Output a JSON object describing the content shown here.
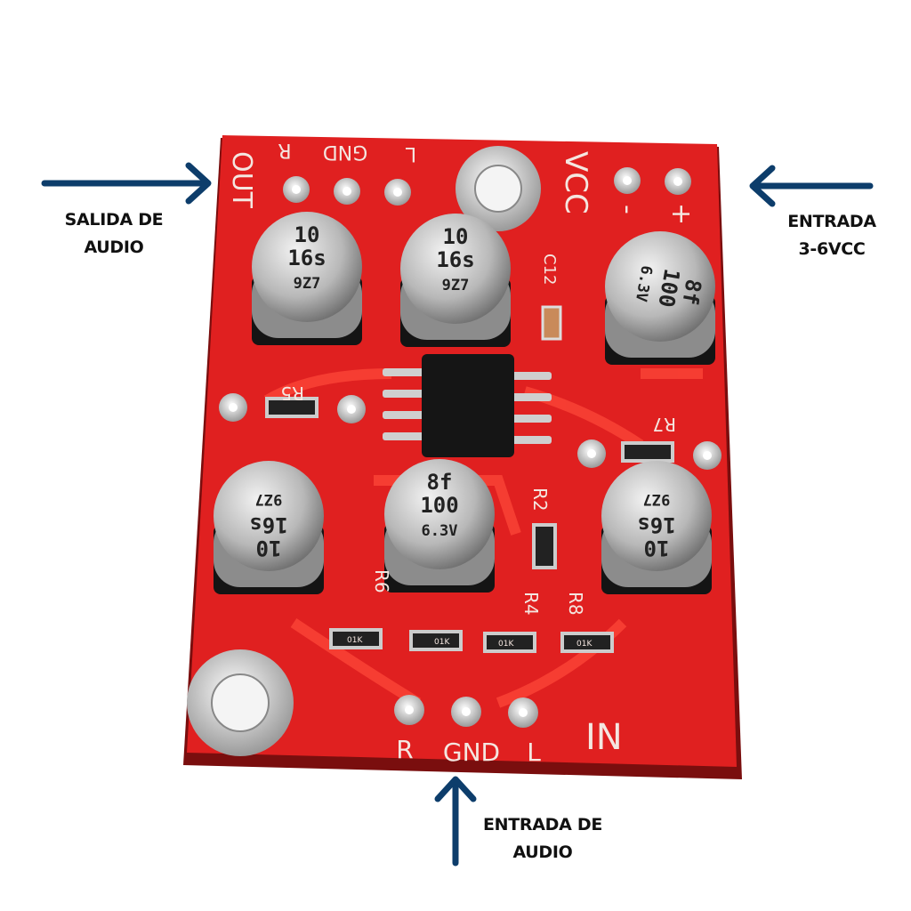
{
  "callouts": {
    "audio_out": {
      "line1": "SALIDA DE",
      "line2": "AUDIO"
    },
    "power_in": {
      "line1": "ENTRADA",
      "line2": "3-6VCC"
    },
    "audio_in": {
      "line1": "ENTRADA DE",
      "line2": "AUDIO"
    }
  },
  "board": {
    "silkscreen": {
      "out": "OUT",
      "out_r": "R",
      "out_gnd": "GND",
      "out_l": "L",
      "vcc": "VCC",
      "minus": "-",
      "plus": "+",
      "c12": "C12",
      "r5": "R5",
      "r7": "R7",
      "r6": "R6",
      "r2": "R2",
      "r4": "R4",
      "r8": "R8",
      "in": "IN",
      "in_r": "R",
      "in_gnd": "GND",
      "in_l": "L"
    },
    "capacitors": [
      {
        "l1": "10",
        "l2": "16s",
        "l3": "9Z7"
      },
      {
        "l1": "10",
        "l2": "16s",
        "l3": "9Z7"
      },
      {
        "l1": "8f",
        "l2": "100",
        "l3": "6.3V"
      },
      {
        "l1": "10",
        "l2": "16s",
        "l3": "9Z7"
      },
      {
        "l1": "8f",
        "l2": "100",
        "l3": "6.3V"
      },
      {
        "l1": "10",
        "l2": "16s",
        "l3": "9Z7"
      }
    ],
    "resistor_code": "01K"
  },
  "colors": {
    "board": "#e02020",
    "arrow": "#0d3d6b",
    "pad": "#d8d8d8",
    "callout_text": "#111111"
  }
}
